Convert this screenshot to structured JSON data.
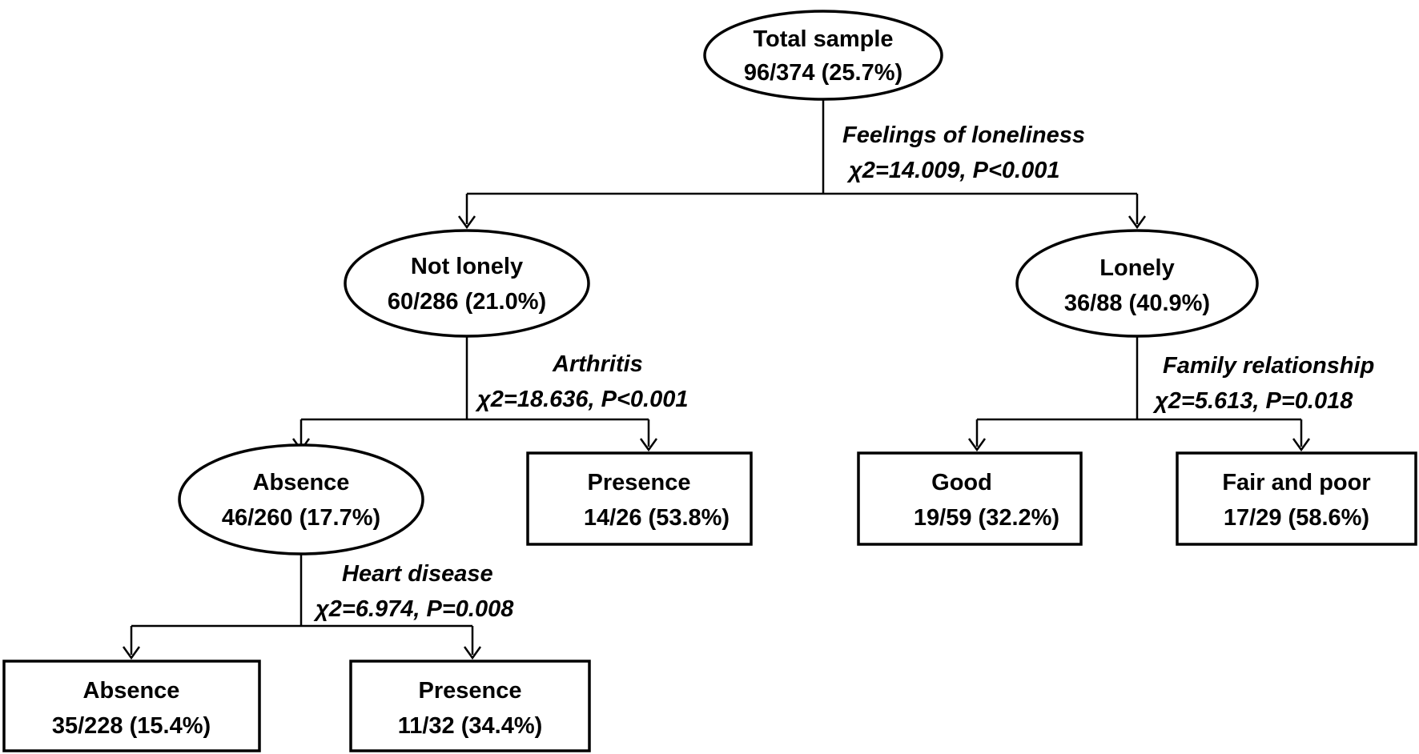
{
  "nodes": {
    "root": {
      "label": "Total sample",
      "stats": "96/374 (25.7%)"
    },
    "not_lonely": {
      "label": "Not lonely",
      "stats": "60/286 (21.0%)"
    },
    "lonely": {
      "label": "Lonely",
      "stats": "36/88 (40.9%)"
    },
    "arthritis_absence": {
      "label": "Absence",
      "stats": "46/260 (17.7%)"
    },
    "arthritis_presence": {
      "label": "Presence",
      "stats": "14/26 (53.8%)"
    },
    "family_good": {
      "label": "Good",
      "stats": "19/59 (32.2%)"
    },
    "family_fair_poor": {
      "label": "Fair and poor",
      "stats": "17/29 (58.6%)"
    },
    "heart_absence": {
      "label": "Absence",
      "stats": "35/228 (15.4%)"
    },
    "heart_presence": {
      "label": "Presence",
      "stats": "11/32 (34.4%)"
    }
  },
  "splits": {
    "loneliness": {
      "variable": "Feelings of loneliness",
      "test": "χ2=14.009, P<0.001"
    },
    "arthritis": {
      "variable": "Arthritis",
      "test": "χ2=18.636, P<0.001"
    },
    "family": {
      "variable": "Family relationship",
      "test": "χ2=5.613, P=0.018"
    },
    "heart": {
      "variable": "Heart disease",
      "test": "χ2=6.974, P=0.008"
    }
  }
}
